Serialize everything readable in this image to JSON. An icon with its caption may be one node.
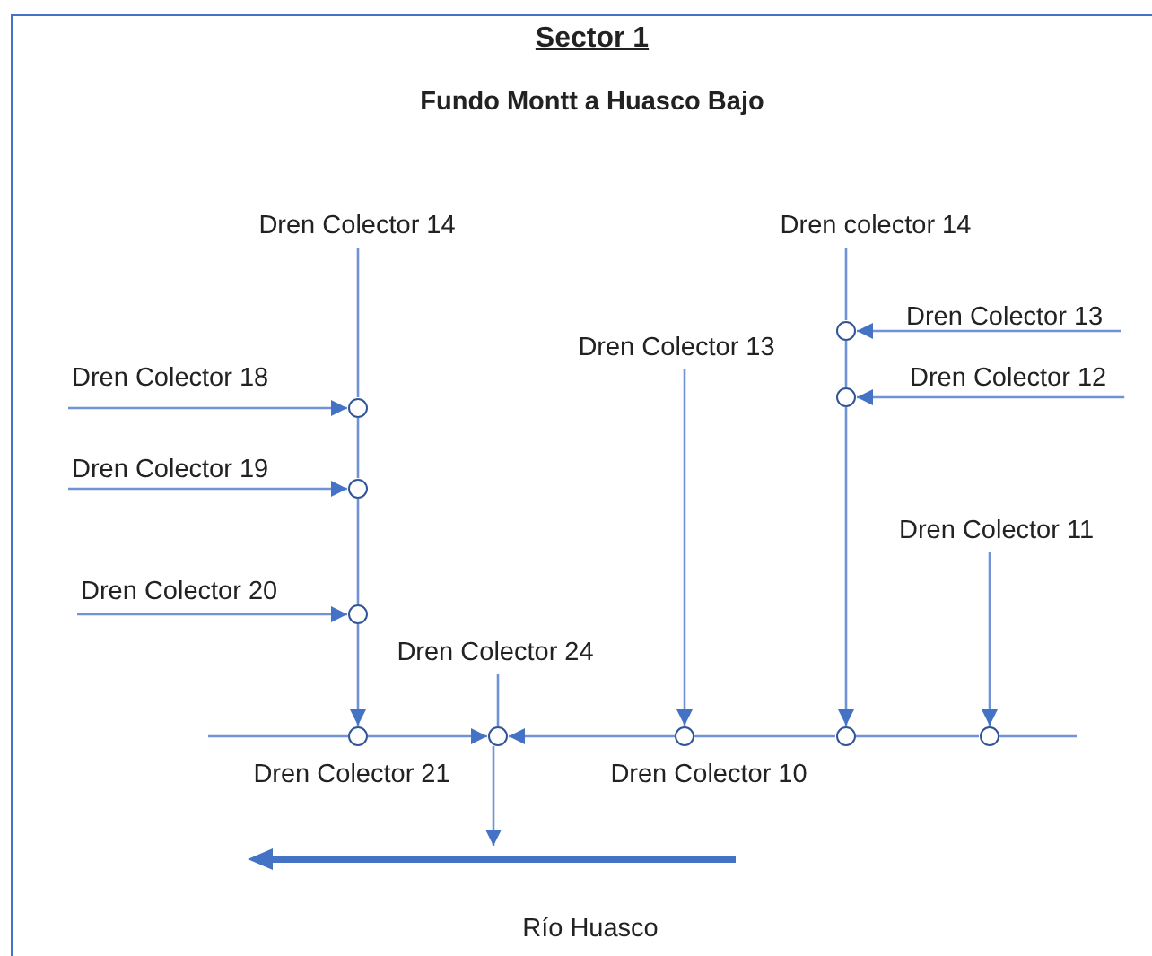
{
  "diagram": {
    "title": "Sector 1",
    "caption": "Fundo Montt a Huasco Bajo",
    "nodes": [
      {
        "text": [
          "Dren Colector 14"
        ]
      },
      {
        "text": [
          "Dren colector 14"
        ]
      },
      {
        "text": [
          "Dren Colector 13"
        ]
      },
      {
        "text": [
          "Dren Colector 13"
        ]
      },
      {
        "text": [
          "Dren Colector 18"
        ]
      },
      {
        "text": [
          "Dren Colector 12"
        ]
      },
      {
        "text": [
          "Dren Colector 19"
        ]
      },
      {
        "text": [
          "Dren Colector 11"
        ]
      },
      {
        "text": [
          "Dren Colector 20"
        ]
      },
      {
        "text": [
          "Dren Colector 24"
        ]
      },
      {
        "text": [],
        "shape": "circle"
      },
      {
        "text": [],
        "shape": "circle"
      },
      {
        "text": [],
        "shape": "circle"
      },
      {
        "text": [],
        "shape": "circle"
      },
      {
        "text": [],
        "shape": "circle"
      },
      {
        "text": [],
        "shape": "circle",
        "beside": [
          "Dren Colector 21"
        ]
      },
      {
        "text": [],
        "shape": "circle"
      },
      {
        "text": [],
        "shape": "circle",
        "beside": [
          "Dren Colector 10"
        ]
      },
      {
        "text": [],
        "shape": "circle"
      },
      {
        "text": [],
        "shape": "circle"
      },
      {
        "text": [],
        "shape": "bar",
        "beside": [
          "Río Huasco"
        ]
      }
    ],
    "edges": [
      {
        "from": 0,
        "to": 10,
        "arrow": "none"
      },
      {
        "from": 10,
        "to": 11,
        "arrow": "none"
      },
      {
        "from": 11,
        "to": 12,
        "arrow": "none"
      },
      {
        "from": 12,
        "to": 15,
        "arrow": "to"
      },
      {
        "from": 4,
        "to": 10,
        "arrow": "to"
      },
      {
        "from": 6,
        "to": 11,
        "arrow": "to"
      },
      {
        "from": 8,
        "to": 12,
        "arrow": "to"
      },
      {
        "from": 1,
        "to": 13,
        "arrow": "none"
      },
      {
        "from": 13,
        "to": 14,
        "arrow": "none"
      },
      {
        "from": 14,
        "to": 18,
        "arrow": "to"
      },
      {
        "from": 2,
        "to": 13,
        "arrow": "to"
      },
      {
        "from": 5,
        "to": 14,
        "arrow": "to"
      },
      {
        "from": 3,
        "to": 17,
        "arrow": "to"
      },
      {
        "from": 7,
        "to": 19,
        "arrow": "to"
      },
      {
        "from": null,
        "to": 15,
        "arrow": "none"
      },
      {
        "from": 15,
        "to": 16,
        "arrow": "to"
      },
      {
        "from": 17,
        "to": 16,
        "arrow": "to"
      },
      {
        "from": 17,
        "to": 18,
        "arrow": "none"
      },
      {
        "from": 18,
        "to": 19,
        "arrow": "none"
      },
      {
        "from": 19,
        "to": null,
        "arrow": "none"
      },
      {
        "from": 9,
        "to": 16,
        "arrow": "none"
      },
      {
        "from": 16,
        "to": 20,
        "arrow": "to"
      }
    ]
  }
}
